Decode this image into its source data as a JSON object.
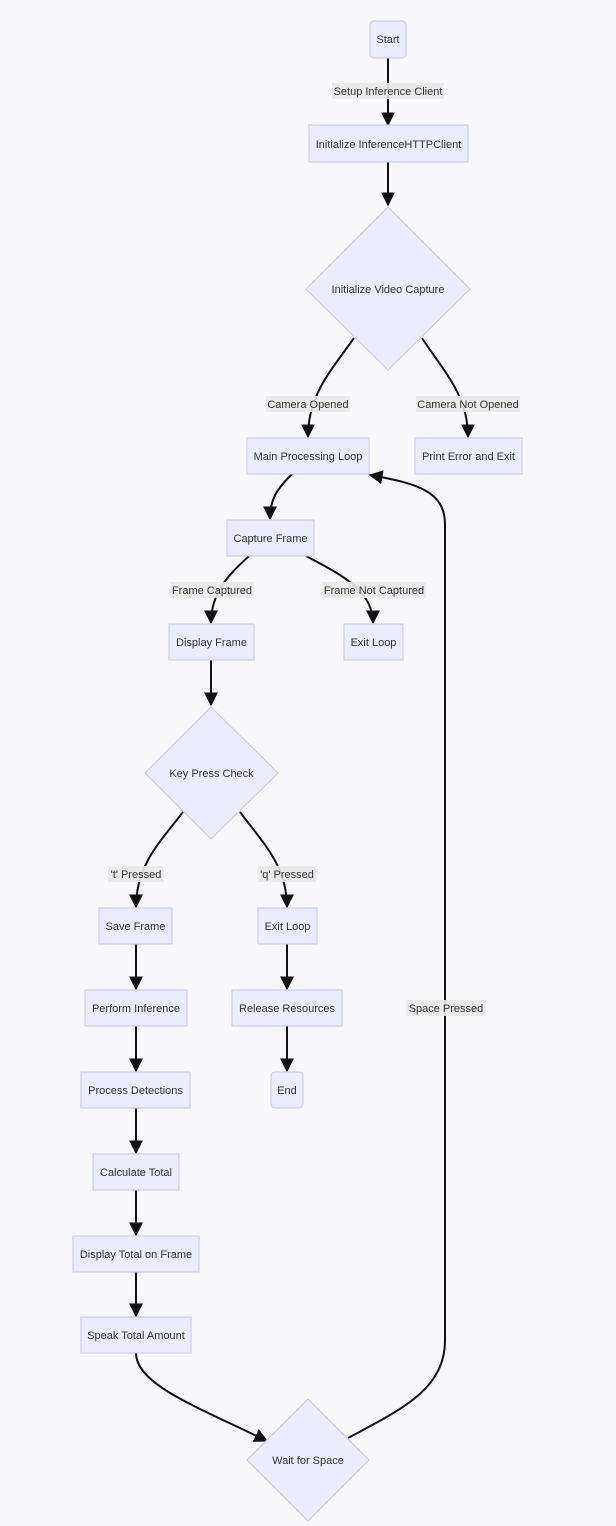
{
  "nodes": {
    "start": "Start",
    "init_client": "Initialize InferenceHTTPClient",
    "init_video": "Initialize Video Capture",
    "main_loop": "Main Processing Loop",
    "print_error": "Print Error and Exit",
    "capture_frame": "Capture Frame",
    "display_frame": "Display Frame",
    "exit_loop_1": "Exit Loop",
    "key_check": "Key Press Check",
    "save_frame": "Save Frame",
    "exit_loop_2": "Exit Loop",
    "perform_inference": "Perform Inference",
    "release_resources": "Release Resources",
    "process_detections": "Process Detections",
    "end": "End",
    "calculate_total": "Calculate Total",
    "display_total": "Display Total on Frame",
    "speak_total": "Speak Total Amount",
    "wait_space": "Wait for Space"
  },
  "edge_labels": {
    "setup_client": "Setup Inference Client",
    "camera_opened": "Camera Opened",
    "camera_not_opened": "Camera Not Opened",
    "frame_captured": "Frame Captured",
    "frame_not_captured": "Frame Not Captured",
    "t_pressed": "'t' Pressed",
    "q_pressed": "'q' Pressed",
    "space_pressed": "Space Pressed"
  },
  "colors": {
    "node_fill": "#ececff",
    "node_stroke": "#c9c4f2",
    "edge": "#111111",
    "background": "#f8f8fc"
  }
}
